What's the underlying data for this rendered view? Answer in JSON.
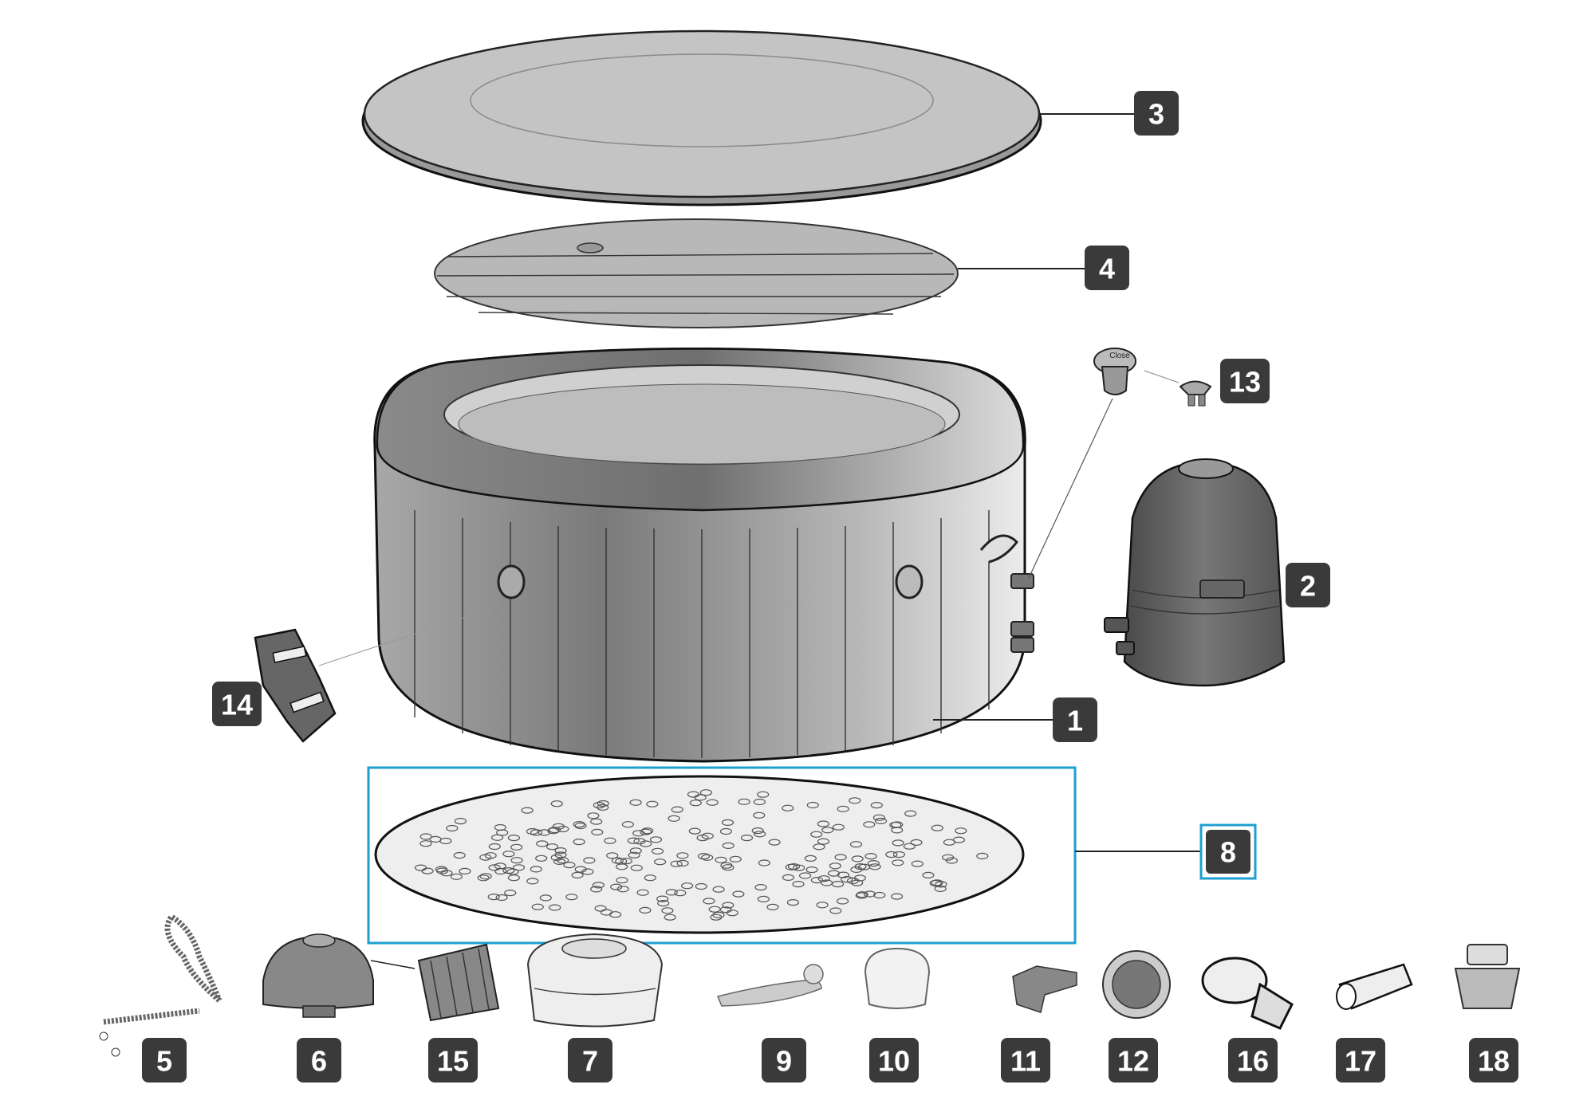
{
  "callouts": {
    "c1": "1",
    "c2": "2",
    "c3": "3",
    "c4": "4",
    "c5": "5",
    "c6": "6",
    "c7": "7",
    "c8": "8",
    "c9": "9",
    "c10": "10",
    "c11": "11",
    "c12": "12",
    "c13": "13",
    "c14": "14",
    "c15": "15",
    "c16": "16",
    "c17": "17",
    "c18": "18"
  },
  "plug_label": "Close",
  "colors": {
    "callout_bg": "#3a3a3a",
    "callout_text": "#ffffff",
    "highlight": "#1e9fd2"
  },
  "highlighted_callout": "8"
}
